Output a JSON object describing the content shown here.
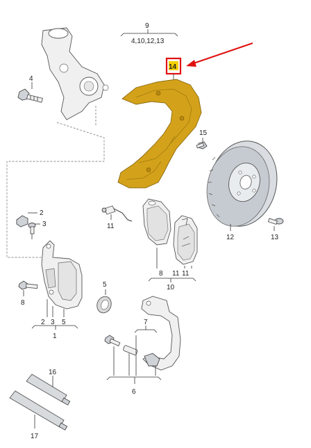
{
  "labels": {
    "p1": "1",
    "p2": "2",
    "p3": "3",
    "p4": "4",
    "p5": "5",
    "p6": "6",
    "p7": "7",
    "p8a": "8",
    "p8b": "8",
    "p9": "9",
    "p9sub": "4,10,12,13",
    "p10": "10",
    "p11a": "11",
    "p11b": "11",
    "p12": "12",
    "p13": "13",
    "p14": "14",
    "p15": "15",
    "p16": "16",
    "p17": "17",
    "g1_2": "2",
    "g1_3": "3",
    "g1_5": "5",
    "g10_8": "8",
    "g10_11": "11"
  },
  "highlight": {
    "part": "14",
    "box_color": "#e01010",
    "fill_color": "#f5d000",
    "arrow_color": "#e01010"
  },
  "colors": {
    "splash_shield": "#d4a21a",
    "line": "#333333",
    "part_fill": "#f0f0f0"
  }
}
